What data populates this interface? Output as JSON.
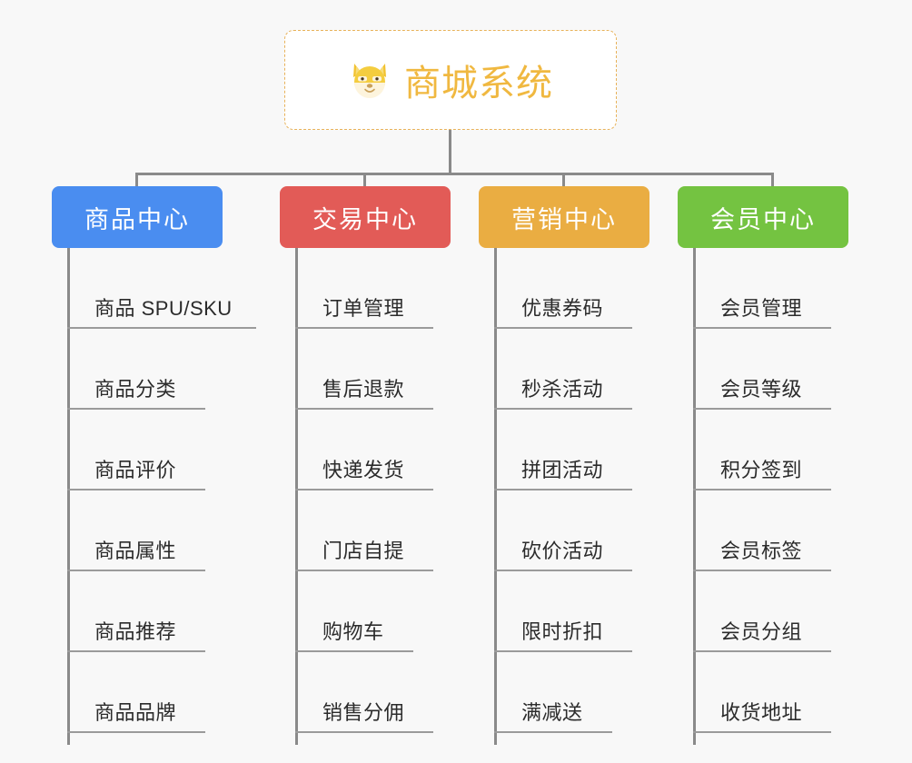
{
  "page": {
    "background_color": "#f8f8f8",
    "line_color": "#8a8a8a",
    "underline_color": "#9b9b9b",
    "leaf_text_color": "#2b2b2b"
  },
  "root": {
    "title": "商城系统",
    "icon": "shiba-dog-face-icon",
    "text_color": "#f0b840",
    "border_color": "#e8b25a",
    "background_color": "#ffffff"
  },
  "branches": [
    {
      "id": "product-center",
      "label": "商品中心",
      "color": "#4a8df0",
      "items": [
        {
          "label": "商品 SPU/SKU",
          "underline_width": 208
        },
        {
          "label": "商品分类",
          "underline_width": 152
        },
        {
          "label": "商品评价",
          "underline_width": 152
        },
        {
          "label": "商品属性",
          "underline_width": 152
        },
        {
          "label": "商品推荐",
          "underline_width": 152
        },
        {
          "label": "商品品牌",
          "underline_width": 152
        }
      ]
    },
    {
      "id": "trade-center",
      "label": "交易中心",
      "color": "#e25b57",
      "items": [
        {
          "label": "订单管理",
          "underline_width": 152
        },
        {
          "label": "售后退款",
          "underline_width": 152
        },
        {
          "label": "快递发货",
          "underline_width": 152
        },
        {
          "label": "门店自提",
          "underline_width": 152
        },
        {
          "label": "购物车",
          "underline_width": 130
        },
        {
          "label": "销售分佣",
          "underline_width": 152
        }
      ]
    },
    {
      "id": "marketing-center",
      "label": "营销中心",
      "color": "#eaad42",
      "items": [
        {
          "label": "优惠券码",
          "underline_width": 152
        },
        {
          "label": "秒杀活动",
          "underline_width": 152
        },
        {
          "label": "拼团活动",
          "underline_width": 152
        },
        {
          "label": "砍价活动",
          "underline_width": 152
        },
        {
          "label": "限时折扣",
          "underline_width": 152
        },
        {
          "label": "满减送",
          "underline_width": 130
        }
      ]
    },
    {
      "id": "member-center",
      "label": "会员中心",
      "color": "#74c341",
      "items": [
        {
          "label": "会员管理",
          "underline_width": 152
        },
        {
          "label": "会员等级",
          "underline_width": 152
        },
        {
          "label": "积分签到",
          "underline_width": 152
        },
        {
          "label": "会员标签",
          "underline_width": 152
        },
        {
          "label": "会员分组",
          "underline_width": 152
        },
        {
          "label": "收货地址",
          "underline_width": 152
        }
      ]
    }
  ]
}
